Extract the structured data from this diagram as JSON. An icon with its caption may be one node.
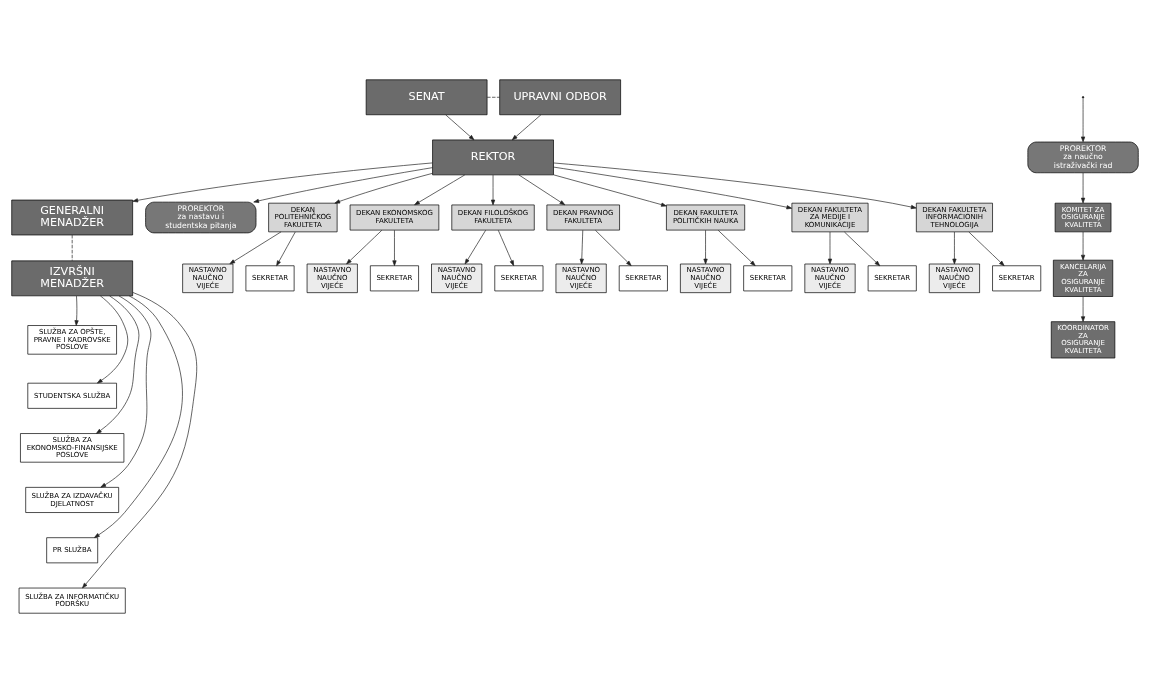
{
  "diagram": {
    "nodes": [
      {
        "text": [
          "SENAT"
        ]
      },
      {
        "text": [
          "UPRAVNI ODBOR"
        ]
      },
      {
        "text": [
          "REKTOR"
        ]
      },
      {
        "text": [
          "GENERALNI MENADŽER"
        ]
      },
      {
        "text": [
          "IZVRŠNI MENADŽER"
        ]
      },
      {
        "text": [
          "PROREKTOR",
          "za nastavu i studentska pitanja"
        ]
      },
      {
        "text": [
          "PROREKTOR",
          "za naučno istraživački rad"
        ]
      },
      {
        "text": [
          "KOMITET ZA OSIGURANJE KVALITETA"
        ]
      },
      {
        "text": [
          "KANCELARIJA ZA OSIGURANJE KVALITETA"
        ]
      },
      {
        "text": [
          "KOORDINATOR ZA OSIGURANJE KVALITETA"
        ]
      },
      {
        "text": [
          "DEKAN POLITEHNIČKOG FAKULTETA"
        ]
      },
      {
        "text": [
          "DEKAN EKONOMSKOG FAKULTETA"
        ]
      },
      {
        "text": [
          "DEKAN FILOLOŠKOG FAKULTETA"
        ]
      },
      {
        "text": [
          "DEKAN PRAVNOG FAKULTETA"
        ]
      },
      {
        "text": [
          "DEKAN FAKULTETA POLITIČKIH NAUKA"
        ]
      },
      {
        "text": [
          "DEKAN FAKULTETA ZA MEDIJE I KOMUNIKACIJE"
        ]
      },
      {
        "text": [
          "DEKAN FAKULTETA INFORMACIONIH TEHNOLOGIJA"
        ]
      },
      {
        "text": [
          "NASTAVNO NAUČNO VIJEĆE"
        ]
      },
      {
        "text": [
          "NASTAVNO NAUČNO VIJEĆE"
        ]
      },
      {
        "text": [
          "NASTAVNO NAUČNO VIJEĆE"
        ]
      },
      {
        "text": [
          "NASTAVNO NAUČNO VIJEĆE"
        ]
      },
      {
        "text": [
          "NASTAVNO NAUČNO VIJEĆE"
        ]
      },
      {
        "text": [
          "NASTAVNO NAUČNO VIJEĆE"
        ]
      },
      {
        "text": [
          "NASTAVNO NAUČNO VIJEĆE"
        ]
      },
      {
        "text": [
          "SEKRETAR"
        ]
      },
      {
        "text": [
          "SEKRETAR"
        ]
      },
      {
        "text": [
          "SEKRETAR"
        ]
      },
      {
        "text": [
          "SEKRETAR"
        ]
      },
      {
        "text": [
          "SEKRETAR"
        ]
      },
      {
        "text": [
          "SEKRETAR"
        ]
      },
      {
        "text": [
          "SEKRETAR"
        ]
      },
      {
        "text": [
          "SLUŽBA ZA OPŠTE, PRAVNE I KADROVSKE POSLOVE"
        ]
      },
      {
        "text": [
          "STUDENTSKA SLUŽBA"
        ]
      },
      {
        "text": [
          "SLUŽBA ZA EKONOMSKO-FINANSIJSKE POSLOVE"
        ]
      },
      {
        "text": [
          "SLUŽBA ZA IZDAVAČKU DJELATNOST"
        ]
      },
      {
        "text": [
          "PR SLUŽBA"
        ]
      },
      {
        "text": [
          "SLUŽBA ZA INFORMATIČKU PODRŠKU"
        ]
      }
    ],
    "edges": [
      {
        "from": 0,
        "to": 1,
        "arrow": "none",
        "style": "dashed"
      },
      {
        "from": 0,
        "to": 2,
        "arrow": "to"
      },
      {
        "from": 1,
        "to": 2,
        "arrow": "to"
      },
      {
        "from": 2,
        "to": 3,
        "arrow": "to"
      },
      {
        "from": 3,
        "to": 4,
        "arrow": "none",
        "style": "dashed"
      },
      {
        "from": 2,
        "to": 5,
        "arrow": "to"
      },
      {
        "from": null,
        "to": 6,
        "arrow": "to"
      },
      {
        "from": 6,
        "to": 7,
        "arrow": "to"
      },
      {
        "from": 7,
        "to": 8,
        "arrow": "to"
      },
      {
        "from": 8,
        "to": 9,
        "arrow": "to"
      },
      {
        "from": 2,
        "to": 10,
        "arrow": "to"
      },
      {
        "from": 2,
        "to": 11,
        "arrow": "to"
      },
      {
        "from": 2,
        "to": 12,
        "arrow": "to"
      },
      {
        "from": 2,
        "to": 13,
        "arrow": "to"
      },
      {
        "from": 2,
        "to": 14,
        "arrow": "to"
      },
      {
        "from": 2,
        "to": 15,
        "arrow": "to"
      },
      {
        "from": 2,
        "to": 16,
        "arrow": "to"
      },
      {
        "from": 10,
        "to": 17,
        "arrow": "to"
      },
      {
        "from": 11,
        "to": 18,
        "arrow": "to"
      },
      {
        "from": 12,
        "to": 19,
        "arrow": "to"
      },
      {
        "from": 13,
        "to": 20,
        "arrow": "to"
      },
      {
        "from": 14,
        "to": 21,
        "arrow": "to"
      },
      {
        "from": 15,
        "to": 22,
        "arrow": "to"
      },
      {
        "from": 16,
        "to": 23,
        "arrow": "to"
      },
      {
        "from": 10,
        "to": 24,
        "arrow": "to"
      },
      {
        "from": 11,
        "to": 25,
        "arrow": "to"
      },
      {
        "from": 12,
        "to": 26,
        "arrow": "to"
      },
      {
        "from": 13,
        "to": 27,
        "arrow": "to"
      },
      {
        "from": 14,
        "to": 28,
        "arrow": "to"
      },
      {
        "from": 15,
        "to": 29,
        "arrow": "to"
      },
      {
        "from": 16,
        "to": 30,
        "arrow": "to"
      },
      {
        "from": 4,
        "to": 31,
        "arrow": "to"
      },
      {
        "from": 4,
        "to": 32,
        "arrow": "to"
      },
      {
        "from": 4,
        "to": 33,
        "arrow": "to"
      },
      {
        "from": 4,
        "to": 34,
        "arrow": "to"
      },
      {
        "from": 4,
        "to": 35,
        "arrow": "to"
      },
      {
        "from": 4,
        "to": 36,
        "arrow": "to"
      }
    ]
  }
}
